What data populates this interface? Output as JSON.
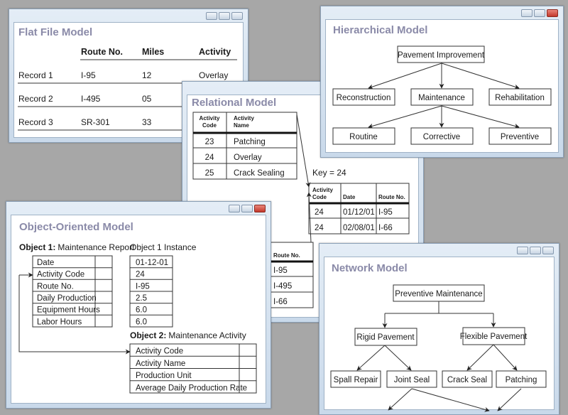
{
  "flat": {
    "title": "Flat File Model",
    "headers": [
      "Route No.",
      "Miles",
      "Activity"
    ],
    "rows": [
      {
        "label": "Record 1",
        "route": "I-95",
        "miles": "12",
        "activity": "Overlay"
      },
      {
        "label": "Record 2",
        "route": "I-495",
        "miles": "05"
      },
      {
        "label": "Record 3",
        "route": "SR-301",
        "miles": "33"
      }
    ]
  },
  "relational": {
    "title": "Relational Model",
    "activity_table": {
      "headers": [
        [
          "Activity",
          "Code"
        ],
        [
          "Activity",
          "Name"
        ]
      ],
      "rows": [
        [
          "23",
          "Patching"
        ],
        [
          "24",
          "Overlay"
        ],
        [
          "25",
          "Crack Sealing"
        ]
      ]
    },
    "key_label": "Key = 24",
    "key_table": {
      "headers": [
        [
          "Activity",
          "Code"
        ],
        [
          "Date"
        ],
        [
          "Route No."
        ]
      ],
      "rows": [
        [
          "24",
          "01/12/01",
          "I-95"
        ],
        [
          "24",
          "02/08/01",
          "I-66"
        ]
      ]
    },
    "route_table": {
      "header": "Route No.",
      "values": [
        "I-95",
        "I-495",
        "I-66"
      ]
    }
  },
  "hierarchical": {
    "title": "Hierarchical Model",
    "root": "Pavement Improvement",
    "level2": [
      "Reconstruction",
      "Maintenance",
      "Rehabilitation"
    ],
    "level3": [
      "Routine",
      "Corrective",
      "Preventive"
    ]
  },
  "object_oriented": {
    "title": "Object-Oriented Model",
    "object1": {
      "label": "Object 1:",
      "name": "Maintenance Report",
      "fields": [
        "Date",
        "Activity Code",
        "Route No.",
        "Daily Production",
        "Equipment Hours",
        "Labor Hours"
      ]
    },
    "instance": {
      "label": "Object 1 Instance",
      "values": [
        "01-12-01",
        "24",
        "I-95",
        "2.5",
        "6.0",
        "6.0"
      ]
    },
    "object2": {
      "label": "Object 2:",
      "name": "Maintenance Activity",
      "fields": [
        "Activity Code",
        "Activity Name",
        "Production Unit",
        "Average Daily Production Rate"
      ]
    }
  },
  "network": {
    "title": "Network Model",
    "root": "Preventive Maintenance",
    "level2": [
      "Rigid Pavement",
      "Flexible Pavement"
    ],
    "level3": [
      "Spall Repair",
      "Joint Seal",
      "Crack Seal",
      "Patching"
    ]
  },
  "window_controls": [
    "minimize-icon",
    "maximize-icon",
    "close-icon"
  ],
  "colors": {
    "background": "#a7a7a7",
    "title_text": "#8a8aa8",
    "close_button": "#c3382b"
  }
}
